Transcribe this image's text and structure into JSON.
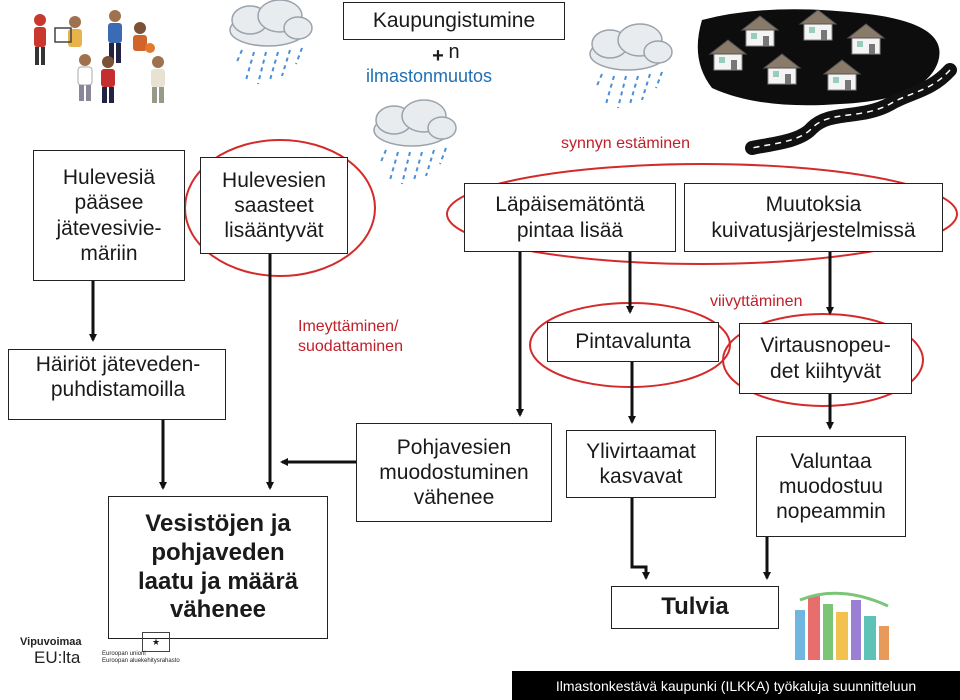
{
  "title": {
    "line1": "Kaupungistumine",
    "plus": "+",
    "n": "n",
    "line2": "ilmastonmuutos"
  },
  "labels": {
    "synnyn": "synnyn estäminen",
    "imeyttaminen": "Imeyttäminen/\nsuodattaminen",
    "viivyttaminen": "viivyttäminen"
  },
  "boxes": {
    "hulevesia": "Hulevesiä\npääsee\njätevesivie-\nmäriin",
    "saasteet": "Hulevesien\nsaasteet\nlisääntyvät",
    "lapaisematonta": "Läpäisemätöntä\npintaa lisää",
    "muutoksia": "Muutoksia\nkuivatusjärjestelmissä",
    "hairiot": "Häiriöt jäteveden-\npuhdistamoilla",
    "pintavalunta": "Pintavalunta",
    "virtaus": "Virtausnopeu-\ndet kiihtyvät",
    "vesistojen": "Vesistöjen ja\npohjaveden\nlaatu ja määrä\nvähenee",
    "pohjavesien": "Pohjavesien\nmuodostuminen\nvähenee",
    "ylivirtaamat": "Ylivirtaamat\nkasvavat",
    "valuntaa": "Valuntaa\nmuodostuu\nnopeammin",
    "tulvia": "Tulvia"
  },
  "footer": "Ilmastonkestävä kaupunki (ILKKA)   työkaluja suunnitteluun",
  "logos": {
    "vipu1": "Vipuvoimaa",
    "vipu2": "EU:lta",
    "eu1": "Euroopan unioni",
    "eu2": "Euroopan aluekehitysrahasto"
  },
  "colors": {
    "ellipse": "#d42a2a",
    "arrow": "#111111",
    "rain": "#4a8fd6",
    "label_red": "#c0202a",
    "label_blue": "#1f6fb5"
  }
}
